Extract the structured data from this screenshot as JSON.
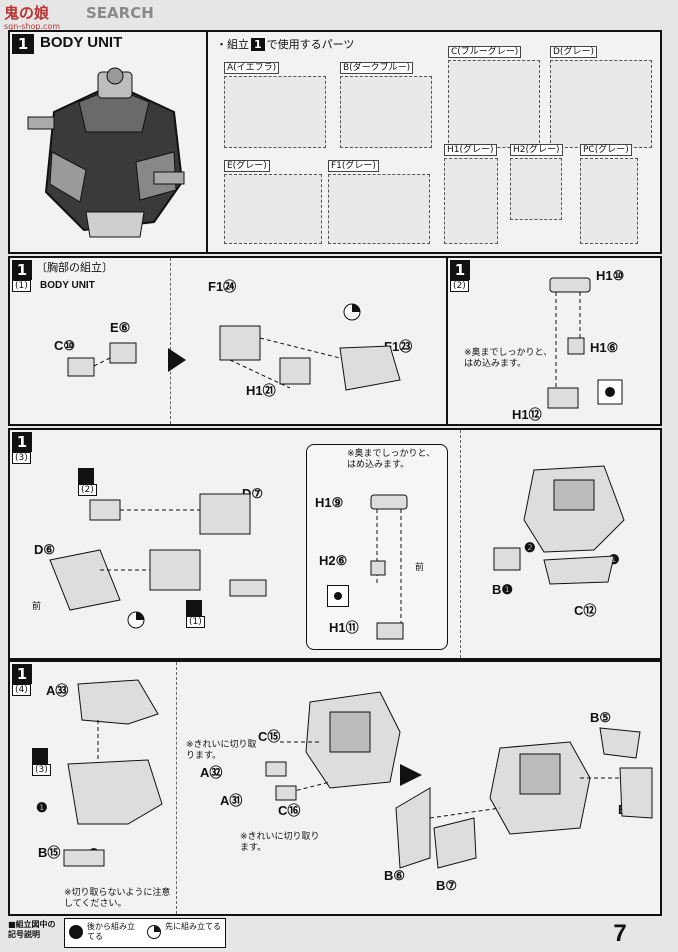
{
  "watermark": {
    "brand": "SEARCH",
    "small_url": "sgn-shop.com",
    "logo": "鬼の娘"
  },
  "section_header": {
    "step_num": "1",
    "title": "BODY UNIT"
  },
  "parts_list": {
    "title_prefix": "・組立",
    "title_num": "1",
    "title_suffix": "で使用するパーツ",
    "runners": [
      {
        "label": "A(イエフラ)"
      },
      {
        "label": "B(ダークブルー)"
      },
      {
        "label": "C(ブルーグレー)"
      },
      {
        "label": "D(グレー)"
      },
      {
        "label": "E(グレー)"
      },
      {
        "label": "F1(グレー)"
      },
      {
        "label": "H1(グレー)"
      },
      {
        "label": "H2(グレー)"
      },
      {
        "label": "PC(グレー)"
      }
    ]
  },
  "step1_1": {
    "num": "1",
    "sub": "(1)",
    "title_jp": "〔胸部の組立〕",
    "title_en": "BODY UNIT",
    "labels": [
      "C⑩",
      "E⑥",
      "F1㉔",
      "F1㉓",
      "H1㉑"
    ]
  },
  "step1_2": {
    "num": "1",
    "sub": "(2)",
    "note": "※奥までしっかりと、はめ込みます。",
    "labels": [
      "H1⑩",
      "H1⑥",
      "H1⑫"
    ]
  },
  "step1_3": {
    "num": "1",
    "sub": "(3)",
    "labels": [
      "D⑦",
      "D⑥",
      "H1⑨",
      "H2⑥",
      "H1⑪",
      "B❶",
      "C⑫"
    ],
    "note": "※奥までしっかりと、はめ込みます。",
    "front_label": "前",
    "ref_sub_a": "(2)",
    "ref_sub_b": "(1)",
    "arrows": [
      "❷",
      "❶"
    ]
  },
  "step1_4": {
    "num": "1",
    "sub": "(4)",
    "labels": [
      "A㉝",
      "C⑮",
      "A㉜",
      "A㉛",
      "C⑯",
      "B⑮",
      "B⑤",
      "B④",
      "B⑥",
      "B⑦"
    ],
    "note_cut_a": "※きれいに切り取ります。",
    "note_cut_b": "※きれいに切り取ります。",
    "note_no_cut": "※切り取らないように注意してください。",
    "ref_sub": "(3)",
    "arrows": [
      "❶",
      "❷"
    ]
  },
  "footer": {
    "legend_title": "■組立図中の記号説明",
    "legend_a": "後から組み立てる",
    "legend_b": "先に組み立てる",
    "page_number": "7"
  }
}
